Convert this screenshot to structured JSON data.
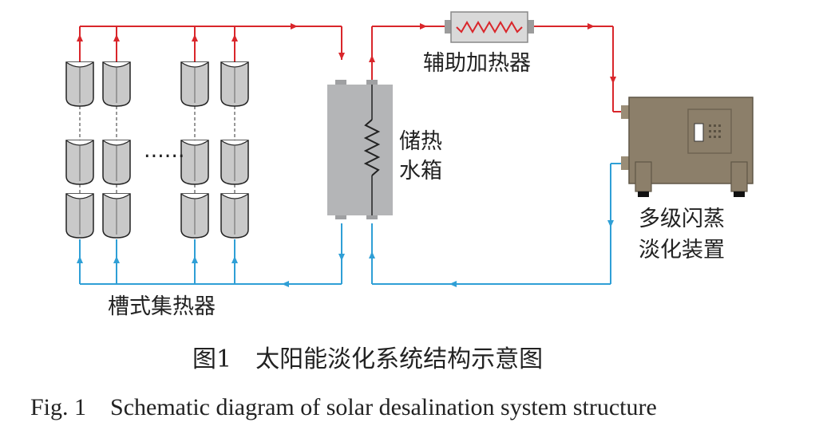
{
  "labels": {
    "auxiliary_heater": "辅助加热器",
    "storage_tank_line1": "储热",
    "storage_tank_line2": "水箱",
    "desal_line1": "多级闪蒸",
    "desal_line2": "淡化装置",
    "collectors": "槽式集热器",
    "ellipsis": "......"
  },
  "caption": {
    "cn": "图1　太阳能淡化系统结构示意图",
    "en": "Fig. 1　Schematic diagram of solar desalination system structure"
  },
  "colors": {
    "hot_pipe": "#d9262b",
    "cold_pipe": "#2f9fd6",
    "tank": "#b4b5b7",
    "device": "#8c7f6a",
    "collector": "#c9c9c9"
  },
  "icons": {
    "collector": "parabolic-trough-icon",
    "tank": "storage-tank-icon",
    "heater": "heater-coil-icon",
    "device": "desalination-unit-icon"
  }
}
